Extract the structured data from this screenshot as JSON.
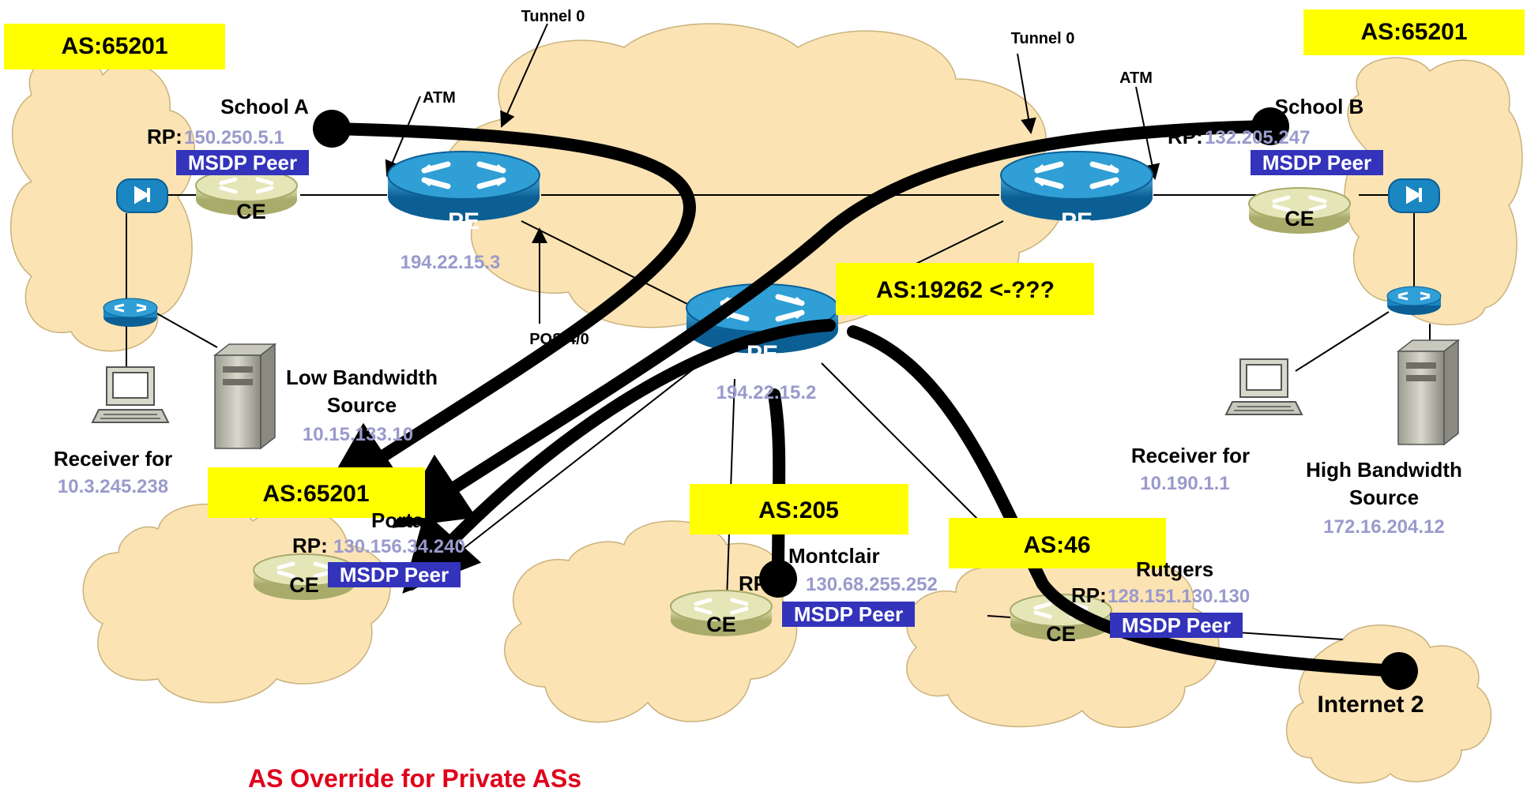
{
  "colors": {
    "cloud": "#fbe3b4",
    "as_box": "#ffff00",
    "msdp_box": "#3333bb",
    "ip_text": "#9a9acc",
    "title_text": "#e0001b",
    "pe_router": "#1a86c2",
    "ce_router": "#d9dc9c"
  },
  "as_labels": {
    "top_left": "AS:65201",
    "top_right": "AS:65201",
    "core": "AS:19262 <-???",
    "portal": "AS:65201",
    "montclair": "AS:205",
    "rutgers": "AS:46"
  },
  "tunnels": {
    "left": "Tunnel 0",
    "right": "Tunnel 0"
  },
  "links": {
    "atm_left": "ATM",
    "atm_right": "ATM",
    "pos": "POS 4/0"
  },
  "routers": {
    "pe_label": "PE",
    "ce_label": "CE",
    "pe_left_ip": "194.22.15.3",
    "pe_center_ip": "194.22.15.2"
  },
  "sites": {
    "school_a": {
      "name": "School A",
      "rp_prefix": "RP:",
      "rp_ip": "150.250.5.1"
    },
    "school_b": {
      "name": "School B",
      "rp_prefix": "RP:",
      "rp_ip": "132.205.247"
    },
    "portal": {
      "name": "Portal",
      "rp_prefix": "RP:",
      "rp_ip": "130.156.34.240"
    },
    "montclair": {
      "name": "Montclair",
      "rp_prefix": "RP:",
      "rp_ip": "130.68.255.252"
    },
    "rutgers": {
      "name": "Rutgers",
      "rp_prefix": "RP:",
      "rp_ip": "128.151.130.130"
    }
  },
  "msdp_label": "MSDP Peer",
  "hosts": {
    "receiver_left": {
      "line1": "Receiver for",
      "ip": "10.3.245.238"
    },
    "low_bw": {
      "line1": "Low Bandwidth",
      "line2": "Source",
      "ip": "10.15.133.10"
    },
    "receiver_right": {
      "line1": "Receiver for",
      "ip": "10.190.1.1"
    },
    "high_bw": {
      "line1": "High Bandwidth",
      "line2": "Source",
      "ip": "172.16.204.12"
    }
  },
  "internet": "Internet 2",
  "title": "AS Override for Private ASs"
}
